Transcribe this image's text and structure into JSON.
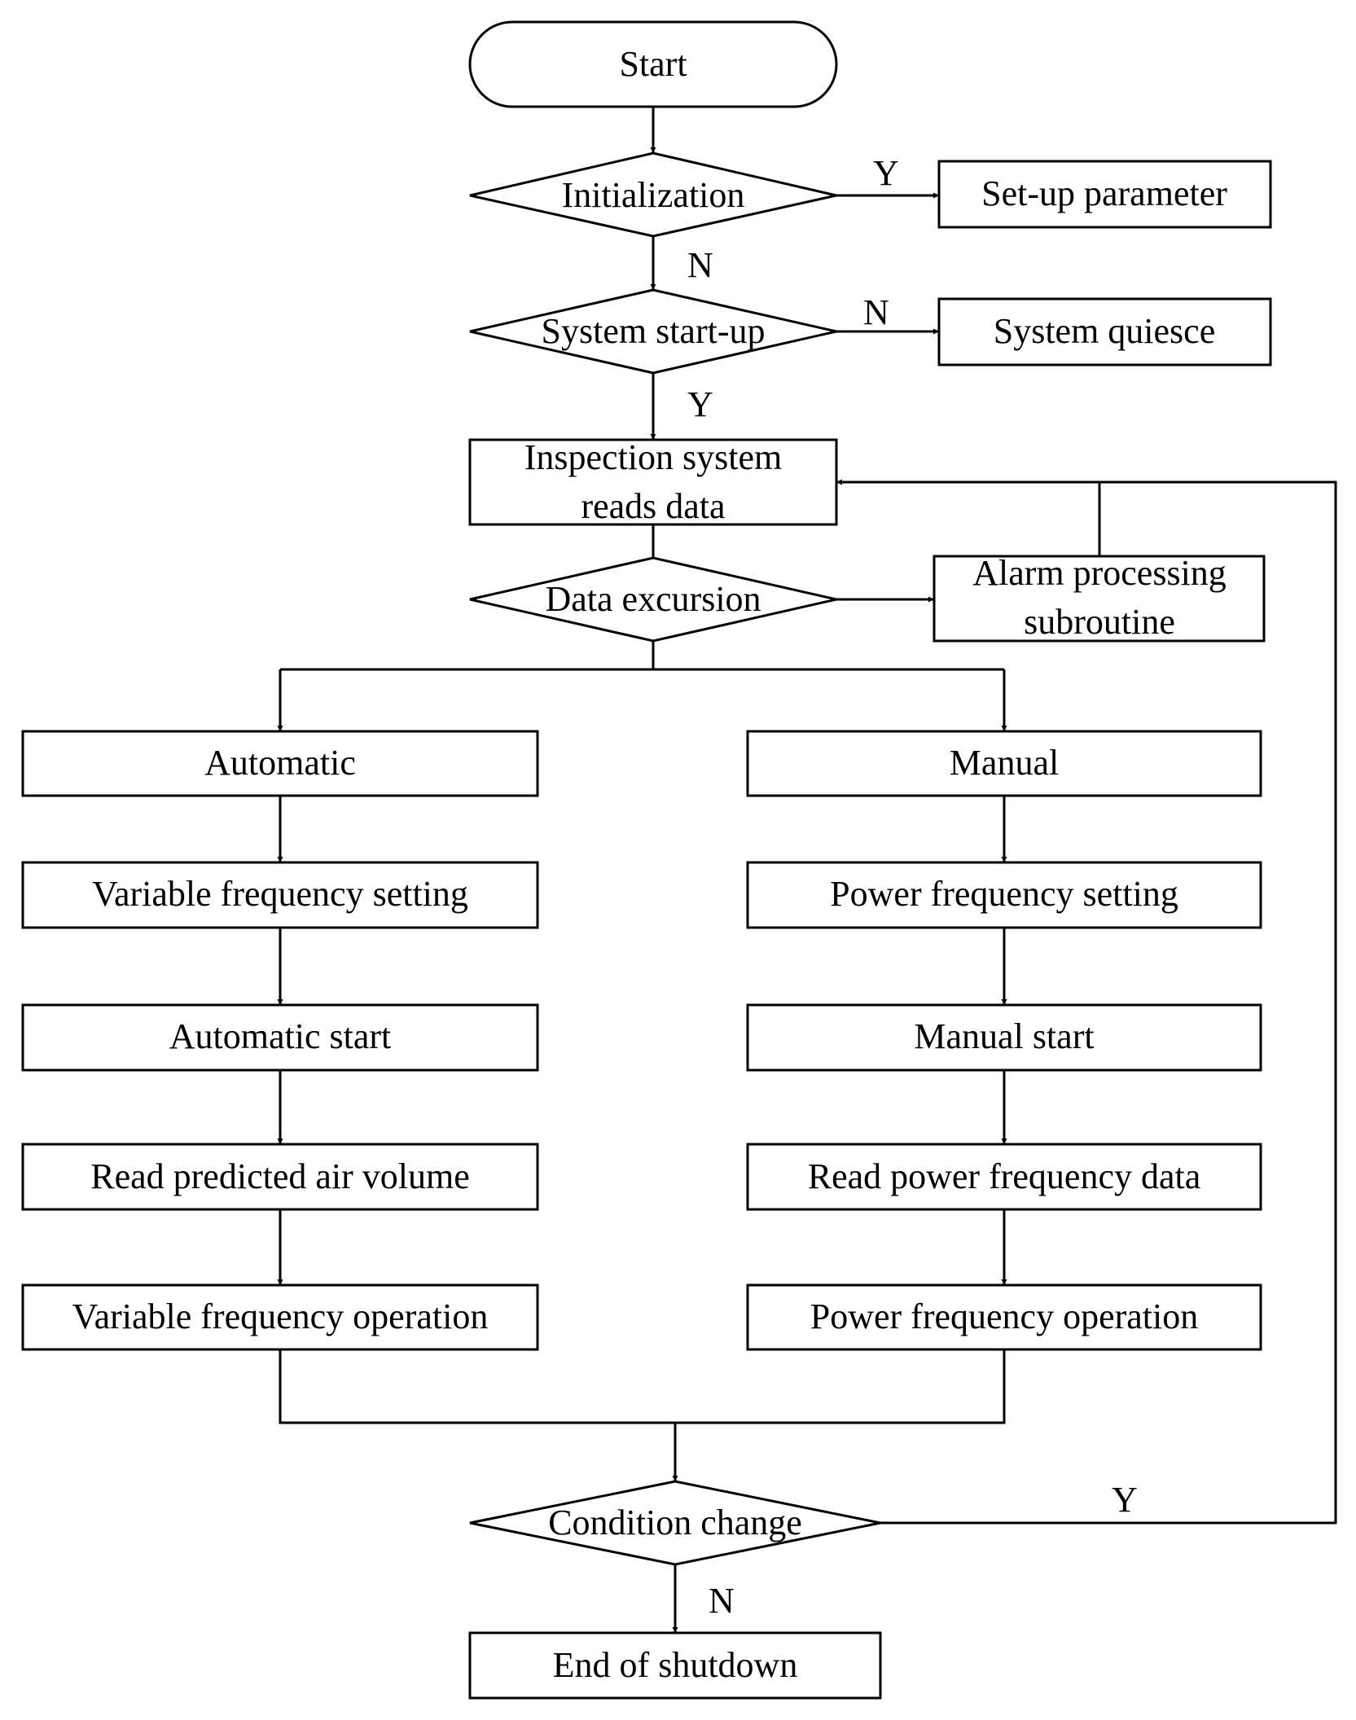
{
  "nodes": {
    "start": "Start",
    "initialization": "Initialization",
    "setup_parameter": "Set-up parameter",
    "system_startup": "System start-up",
    "system_quiesce": "System quiesce",
    "inspection_line1": "Inspection system",
    "inspection_line2": "reads data",
    "data_excursion": "Data excursion",
    "alarm_line1": "Alarm processing",
    "alarm_line2": "subroutine",
    "automatic": "Automatic",
    "manual": "Manual",
    "variable_frequency_setting": "Variable frequency setting",
    "power_frequency_setting": "Power frequency setting",
    "automatic_start": "Automatic start",
    "manual_start": "Manual start",
    "read_predicted_air_volume": "Read predicted air volume",
    "read_power_frequency_data": "Read power frequency data",
    "variable_frequency_operation": "Variable frequency operation",
    "power_frequency_operation": "Power frequency operation",
    "condition_change": "Condition change",
    "end_of_shutdown": "End of shutdown"
  },
  "edge_labels": {
    "init_yes": "Y",
    "init_no": "N",
    "startup_no": "N",
    "startup_yes": "Y",
    "condition_yes": "Y",
    "condition_no": "N"
  }
}
